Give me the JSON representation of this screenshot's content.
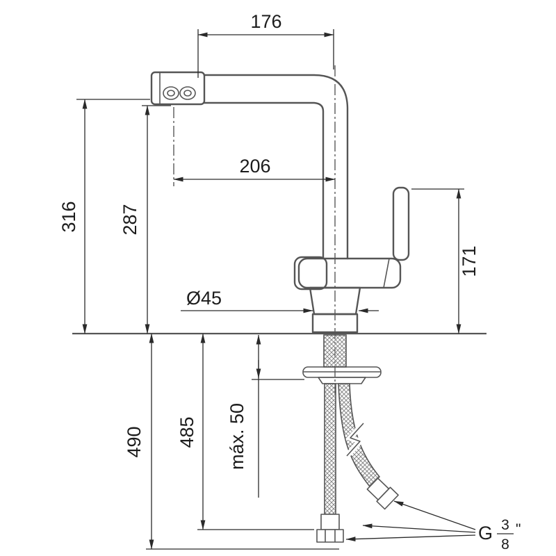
{
  "drawing": {
    "title": "kitchen-faucet-dimension-drawing",
    "labels": {
      "top_width": "176",
      "spout_reach": "206",
      "height_total": "316",
      "height_spout": "287",
      "height_handle": "171",
      "base_diameter": "Ø45",
      "depth_below_total": "490",
      "hose_length": "485",
      "max_counter_thickness": "máx. 50",
      "thread_prefix": "G",
      "thread_numerator": "3",
      "thread_denominator": "8",
      "thread_unit": "\""
    },
    "colors": {
      "outline": "#555555",
      "dimension": "#2a2a2a",
      "background": "#ffffff"
    }
  }
}
